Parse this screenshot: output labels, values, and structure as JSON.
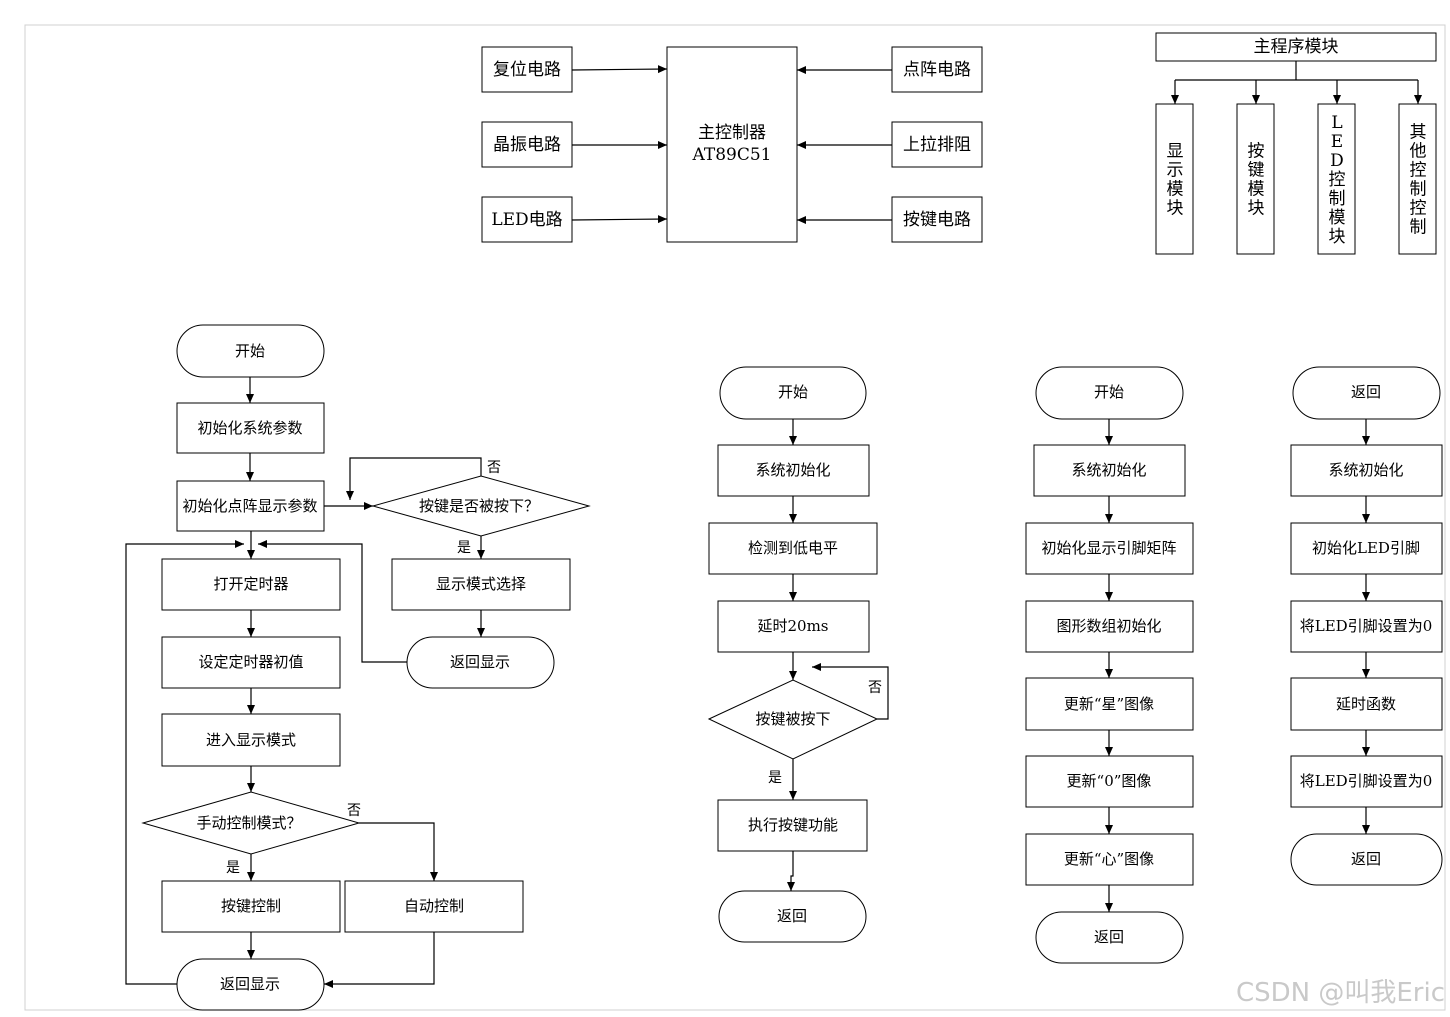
{
  "hardware": {
    "controller": [
      "主控制器",
      "AT89C51"
    ],
    "reset": "复位电路",
    "crystal": "晶振电路",
    "led": "LED电路",
    "matrix": "点阵电路",
    "pullup": "上拉排阻",
    "keys": "按键电路"
  },
  "modules": {
    "main": "主程序模块",
    "display": "显示模块",
    "key": "按键模块",
    "led": "LED控制模块",
    "other": "其他控制控制"
  },
  "main_flow": {
    "start": "开始",
    "init_sys": "初始化系统参数",
    "init_matrix": "初始化点阵显示参数",
    "key_pressed_q": "按键是否被按下？",
    "no": "否",
    "yes": "是",
    "mode_select": "显示模式选择",
    "return_display_right": "返回显示",
    "open_timer": "打开定时器",
    "set_timer": "设定定时器初值",
    "enter_display": "进入显示模式",
    "manual_q": "手动控制模式？",
    "manual_no": "否",
    "manual_yes": "是",
    "key_control": "按键控制",
    "auto_control": "自动控制",
    "return_display": "返回显示"
  },
  "key_flow": {
    "start": "开始",
    "init": "系统初始化",
    "detect": "检测到低电平",
    "delay": "延时20ms",
    "pressed_q": "按键被按下",
    "no": "否",
    "yes": "是",
    "exec": "执行按键功能",
    "ret": "返回"
  },
  "display_flow": {
    "start": "开始",
    "init": "系统初始化",
    "init_pins": "初始化显示引脚矩阵",
    "init_array": "图形数组初始化",
    "update_star": "更新“星”图像",
    "update_zero": "更新“0”图像",
    "update_heart": "更新“心”图像",
    "ret": "返回"
  },
  "led_flow": {
    "start": "返回",
    "init": "系统初始化",
    "init_led": "初始化LED引脚",
    "set0_a": "将LED引脚设置为0",
    "delay": "延时函数",
    "set0_b": "将LED引脚设置为0",
    "ret": "返回"
  },
  "watermark": "CSDN @叫我Eric"
}
